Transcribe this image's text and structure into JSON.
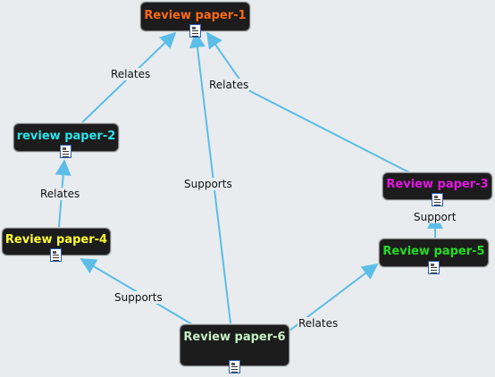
{
  "nodes": {
    "n1": {
      "label": "Review paper-1",
      "color": "#ff6a13"
    },
    "n2": {
      "label": "review paper-2",
      "color": "#2de3ea"
    },
    "n3": {
      "label": "Review paper-3",
      "color": "#e316e3"
    },
    "n4": {
      "label": "Review paper-4",
      "color": "#ffff33"
    },
    "n5": {
      "label": "Review paper-5",
      "color": "#22dd22"
    },
    "n6": {
      "label": "Review paper-6",
      "color": "#c6f0c6"
    }
  },
  "edges": {
    "e1": {
      "label": "Relates",
      "from": "review paper-2",
      "to": "Review paper-1"
    },
    "e2": {
      "label": "Relates",
      "from": "Review paper-3",
      "to": "Review paper-1"
    },
    "e3": {
      "label": "Supports",
      "from": "Review paper-6",
      "to": "Review paper-1"
    },
    "e4": {
      "label": "Relates",
      "from": "Review paper-4",
      "to": "review paper-2"
    },
    "e5": {
      "label": "Support",
      "from": "Review paper-5",
      "to": "Review paper-3"
    },
    "e6": {
      "label": "Supports",
      "from": "Review paper-6",
      "to": "Review paper-4"
    },
    "e7": {
      "label": "Relates",
      "from": "Review paper-6",
      "to": "Review paper-5"
    }
  },
  "colors": {
    "edge": "#5bbde8",
    "background": "#e8ecee",
    "node_fill": "#1c1c1c"
  },
  "icon": "document-icon"
}
